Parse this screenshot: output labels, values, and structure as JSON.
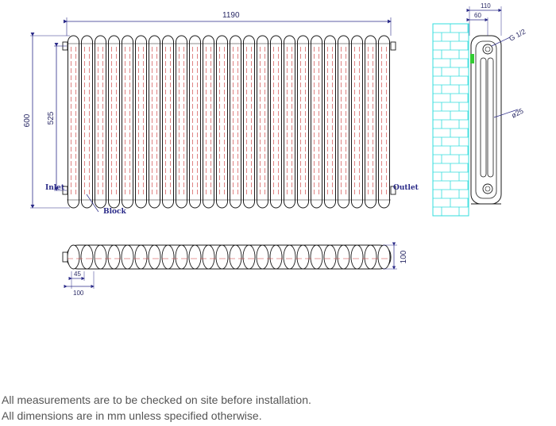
{
  "dimensions": {
    "width": "1190",
    "height": "600",
    "centres": "525",
    "depth": "110",
    "wall_offset": "60",
    "connection": "G 1/2",
    "tube": "ø25",
    "plan_depth": "100",
    "section_pitch": "45",
    "end_width": "100"
  },
  "labels": {
    "inlet": "Inlet",
    "outlet": "Outlet",
    "block": "Block"
  },
  "notes": {
    "line1": "All measurements are to be checked on site before installation.",
    "line2": "All dimensions are in mm unless specified otherwise."
  },
  "colors": {
    "outline": "#1a1a1a",
    "dimension": "#2a2a88",
    "centerline": "#cc3333",
    "wall": "#33dddd",
    "valve": "#33cc33"
  },
  "icons": {
    "wall": "brick-wall-icon",
    "valve": "valve-icon"
  }
}
